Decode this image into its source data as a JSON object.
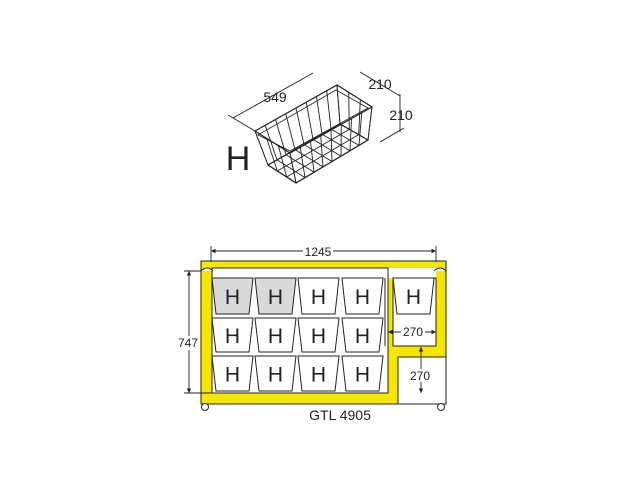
{
  "basket": {
    "label": "H",
    "length_label": "549",
    "width_label": "210",
    "height_label": "210"
  },
  "freezer": {
    "model": "GTL 4905",
    "width_label": "1245",
    "depth_label": "747",
    "step_width_label": "270",
    "step_height_label": "270",
    "basket_label": "H",
    "highlighted_baskets": 2,
    "colors": {
      "frame": "#f5e600",
      "highlight": "#d9d9d9",
      "line": "#222222"
    }
  }
}
